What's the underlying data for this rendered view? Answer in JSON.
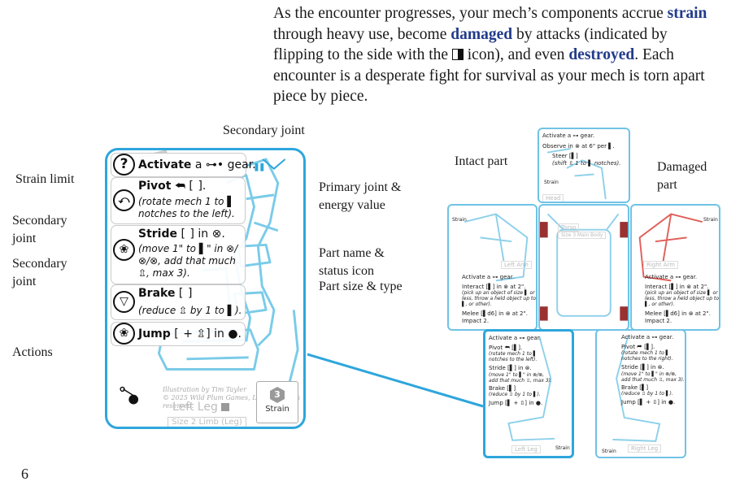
{
  "intro": {
    "p1": "As the encounter progresses, your mech’s components accrue ",
    "strain": "strain",
    "p2": " through heavy use, become ",
    "damaged": "damaged",
    "p3": " by attacks (indicated by flipping to the side with the ",
    "p4": " icon), and even ",
    "destroyed": "destroyed",
    "p5": ". Each encounter is a desperate fight for survival as your mech is torn apart piece by piece."
  },
  "labels": {
    "secondary_joint_top": "Secondary joint",
    "strain_limit": "Strain limit",
    "secondary_joint_1": "Secondary joint",
    "secondary_joint_2": "Secondary joint",
    "actions": "Actions",
    "primary_joint": "Primary joint & energy value",
    "part_name": "Part name & status icon",
    "part_size": "Part size & type",
    "intact_part": "Intact part",
    "damaged_part": "Damaged part"
  },
  "page_number": "6",
  "card": {
    "actions": [
      {
        "icon": "?",
        "title": "Activate",
        "rest": " a ⊶• gear.",
        "desc": ""
      },
      {
        "icon": "⤺",
        "title": "Pivot",
        "rest": " ⮪ [  ].",
        "desc": "(rotate mech 1 to ▌ notches to the left)."
      },
      {
        "icon": "❀",
        "title": "Stride",
        "rest": " [  ] in ⊗.",
        "desc": "(move 1\" to ▌\" in ⊗/⊗/⊗, add that much ⇫, max 3)."
      },
      {
        "icon": "▽",
        "title": "Brake",
        "rest": " [  ]",
        "desc": "(reduce ⇫ by 1 to ▌)."
      },
      {
        "icon": "❀",
        "title": "Jump",
        "rest": " [  + ⇫] in ●.",
        "desc": ""
      }
    ],
    "credit": "Illustration by Tim Tayler\n© 2025 Wild Plum Games, LLC. All rights reserved.",
    "part_name": "Left Leg",
    "part_size": "Size 2 Limb (Leg)",
    "strain_value": "3",
    "strain_label": "Strain"
  },
  "minis": {
    "head": {
      "l1": "Activate a ⊶ gear.",
      "l2": "Observe in ⊗ at 6\" per ▌.",
      "l3": "Steer [▌]",
      "l4": "(shift ⇫ 1 to ▌ notches).",
      "strain": "Strain",
      "name": "Head"
    },
    "left_arm": {
      "l1": "Activate a ⊶ gear.",
      "l2": "Interact [▌] in ⊗ at 2\".",
      "l3": "(pick up an object of size ▌ or less, throw a held object up to ▌, or other).",
      "l4": "Melee [▌d6] in ⊗ at 2\".",
      "l5": "Impact 2.",
      "strain": "Strain",
      "name": "Left Arm"
    },
    "right_arm": {
      "l1": "Activate a ⊶ gear.",
      "l2": "Interact [▌] in ⊗ at 2\".",
      "l3": "(pick up an object of size ▌ or less, throw a held object up to ▌, or other).",
      "l4": "Melee [▌d6] in ⊗ at 2\".",
      "l5": "Impact 2.",
      "strain": "Strain",
      "name": "Right Arm"
    },
    "torso": {
      "name": "Torso",
      "size": "Size 3 Main Body"
    },
    "left_leg": {
      "l1": "Activate a ⊶ gear.",
      "l2": "Pivot ⮪ [▌].",
      "l3": "(rotate mech 1 to ▌ notches to the left).",
      "l4": "Stride [▌] in ⊗.",
      "l5": "(move 1\" to ▌\" in ⊗/⊗, add that much ⇫, max 3).",
      "l6": "Brake [▌]",
      "l7": "(reduce ⇫ by 1 to ▌).",
      "l8": "Jump [▌ + ⇫] in ●.",
      "strain": "Strain",
      "name": "Left Leg"
    },
    "right_leg": {
      "l1": "Activate a ⊶ gear.",
      "l2": "Pivot ⮫ [▌].",
      "l3": "(rotate mech 1 to ▌ notches to the right).",
      "l4": "Stride [▌] in ⊗.",
      "l5": "(move 1\" to ▌\" in ⊗/⊗, add that much ⇫, max 3).",
      "l6": "Brake [▌]",
      "l7": "(reduce ⇫ by 1 to ▌).",
      "l8": "Jump [▌ + ⇫] in ●.",
      "strain": "Strain",
      "name": "Right Leg"
    }
  },
  "colors": {
    "accent": "#2ea6dc",
    "damaged": "#e0605a",
    "emphasis": "#223c8a"
  }
}
